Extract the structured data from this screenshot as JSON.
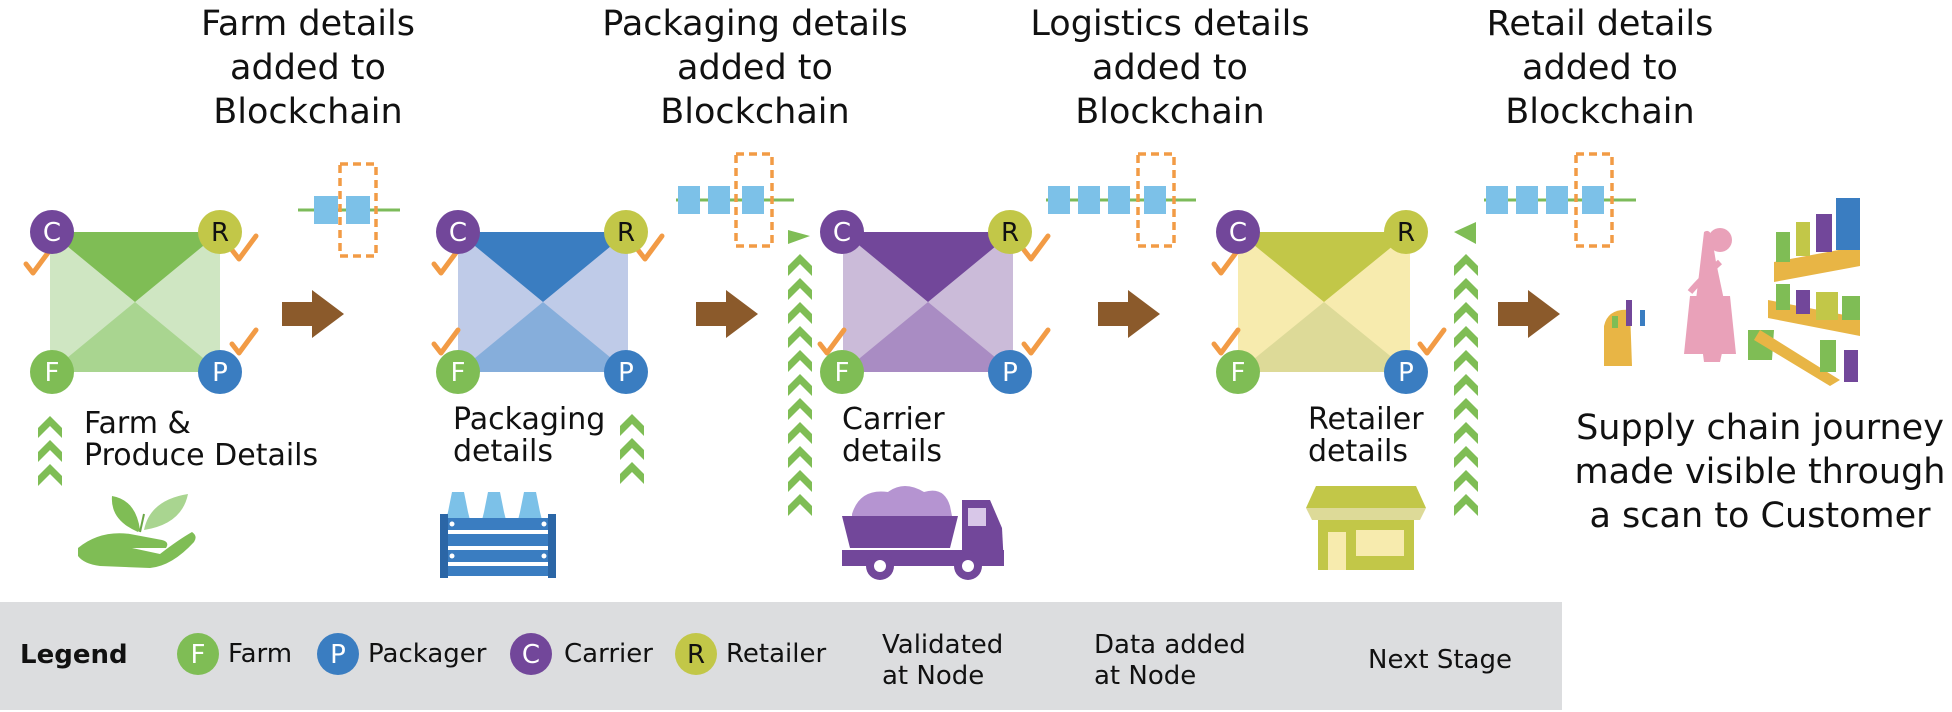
{
  "colors": {
    "farm": "#7fbd55",
    "packager": "#3a7dc1",
    "carrier": "#72479a",
    "retailer": "#c2c748",
    "check": "#f29b45",
    "chain_block": "#7cc1e8",
    "chain_line": "#7cbb5a",
    "dashed_box": "#f29b45",
    "next_arrow": "#8b5a2b",
    "legend_bg": "#dcdddf"
  },
  "stages": [
    {
      "title": [
        "Farm details",
        "added to",
        "Blockchain"
      ],
      "node_label": [
        "Farm &",
        "Produce Details"
      ],
      "icon": "plant-in-hand-icon",
      "theme": "#7fbd55"
    },
    {
      "title": [
        "Packaging details",
        "added to",
        "Blockchain"
      ],
      "node_label": [
        "Packaging",
        "details"
      ],
      "icon": "packaging-crate-icon",
      "theme": "#3a7dc1"
    },
    {
      "title": [
        "Logistics details",
        "added to",
        "Blockchain"
      ],
      "node_label": [
        "Carrier",
        "details"
      ],
      "icon": "delivery-truck-icon",
      "theme": "#72479a"
    },
    {
      "title": [
        "Retail details",
        "added to",
        "Blockchain"
      ],
      "node_label": [
        "Retailer",
        "details"
      ],
      "icon": "storefront-icon",
      "theme": "#c2c748"
    }
  ],
  "node_letters": {
    "carrier": "C",
    "retailer": "R",
    "farm": "F",
    "packager": "P"
  },
  "final": {
    "text": [
      "Supply chain journey",
      "made visible through",
      "a scan to Customer"
    ],
    "icon": "shopping-customer-icon"
  },
  "legend": {
    "title": "Legend",
    "items": [
      {
        "letter": "F",
        "label": "Farm",
        "color": "#7fbd55"
      },
      {
        "letter": "P",
        "label": "Packager",
        "color": "#3a7dc1"
      },
      {
        "letter": "C",
        "label": "Carrier",
        "color": "#72479a"
      },
      {
        "letter": "R",
        "label": "Retailer",
        "color": "#c2c748"
      }
    ],
    "validated": [
      "Validated",
      "at Node"
    ],
    "data_added": [
      "Data added",
      "at Node"
    ],
    "next_stage": "Next Stage"
  }
}
